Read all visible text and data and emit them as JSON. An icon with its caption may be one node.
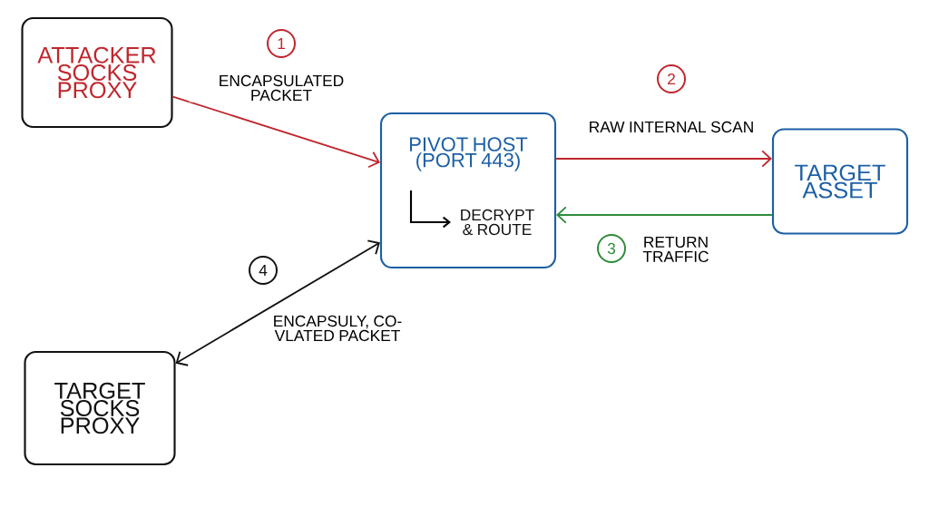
{
  "diagram": {
    "nodes": [
      {
        "text": [
          "ATTACKER SOCKS PROXY"
        ]
      },
      {
        "text": [
          "PIVOT HOST (PORT 443)",
          "DECRYPT & ROUTE"
        ]
      },
      {
        "text": [
          "TARGET ASSET"
        ]
      },
      {
        "text": [
          "TARGET SOCKS PROXY"
        ]
      }
    ],
    "edges": [
      {
        "from": 0,
        "to": 1,
        "arrow": "to",
        "label": "ENCAPSULATED PACKET"
      },
      {
        "from": 1,
        "to": 2,
        "arrow": "to",
        "label": "RAW INTERNAL SCAN"
      },
      {
        "from": 2,
        "to": 1,
        "arrow": "to",
        "label": "RETURN TRAFFIC",
        "color": "#2e8b3a"
      },
      {
        "from": 3,
        "to": 1,
        "arrow": "both",
        "label": "ENCAPSULY, CO-VLATED PACKET",
        "color": "#111111"
      }
    ],
    "labels": [
      "1",
      "2",
      "3",
      "4"
    ]
  }
}
